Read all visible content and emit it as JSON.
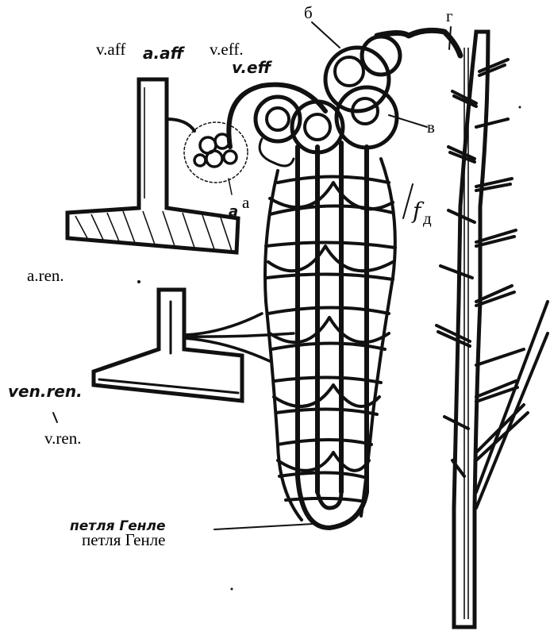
{
  "labels": {
    "v_aff": "v.aff",
    "v_eff": "v.eff.",
    "a": "а",
    "b": "б",
    "v": "в",
    "g": "г",
    "d": "д",
    "a_ren": "a.ren.",
    "v_ren": "v.ren.",
    "henle_loop": "петля Генле"
  },
  "engraved_labels": {
    "a_aff": "a.aff",
    "v_eff": "v.eff",
    "a_small": "a",
    "f": "f",
    "ven_ren": "ven.ren.",
    "henle": "петля Генле"
  },
  "colors": {
    "ink": "#111111",
    "background": "#ffffff"
  }
}
